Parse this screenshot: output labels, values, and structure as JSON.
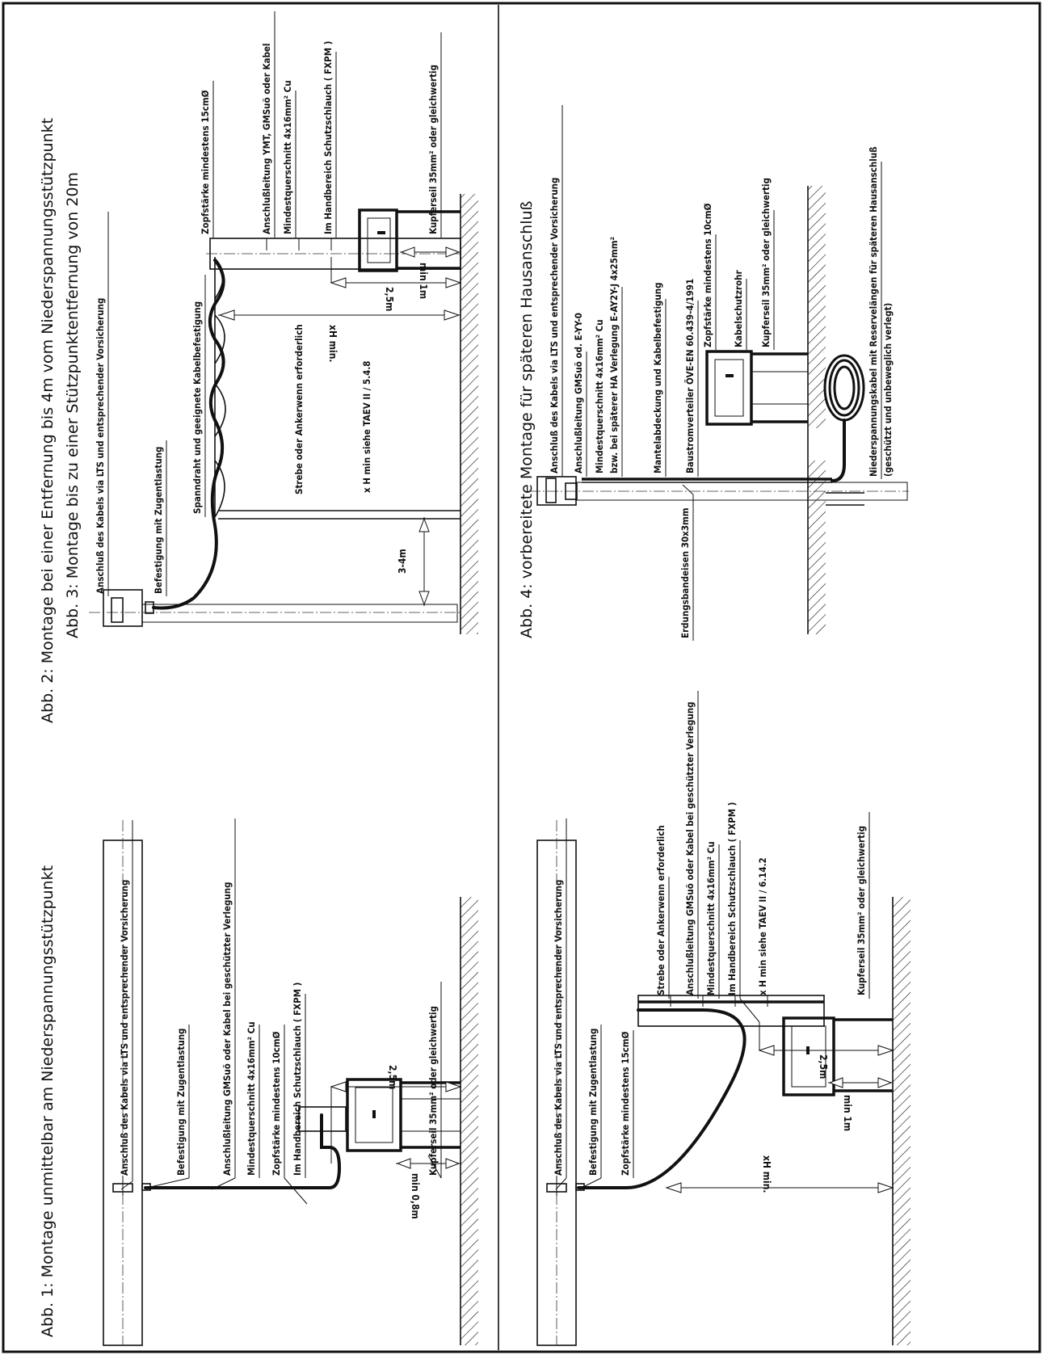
{
  "figures": {
    "abb1": {
      "title": "Abb. 1: Montage unmittelbar am Niederspannungsstützpunkt",
      "labels": [
        "Anschluß des Kabels via LTS und entsprechender Vorsicherung",
        "Befestigung mit Zugentlastung",
        "Anschlußleitung GMSuö oder Kabel bei geschützter Verlegung",
        "Mindestquerschnitt 4x16mm² Cu",
        "Zopfstärke mindestens 10cmØ",
        "Im Handbereich Schutzschlauch ( FXPM )",
        "Kupferseil  35mm² oder gleichwertig"
      ],
      "dims": [
        "2,5m",
        "min 0,8m"
      ]
    },
    "abb2": {
      "title": "Abb. 2: Montage bei einer Entfernung bis 4m vom Niederspannungsstützpunkt",
      "labels": [
        "Anschluß des Kabels via LTS und entsprechender Vorsicherung",
        "Befestigung mit Zugentlastung",
        "Zopfstärke mindestens 15cmØ",
        "Strebe oder Ankerwenn erforderlich",
        "Anschlußleitung GMSuö oder Kabel bei geschützter Verlegung",
        "Mindestquerschnitt 4x16mm² Cu",
        "Im Handbereich Schutzschlauch ( FXPM )",
        "x H min siehe TAEV II /  6.14.2",
        "Kupferseil  35mm² oder gleichwertig"
      ],
      "dims": [
        "xH min.",
        "2,5m",
        "min 1m"
      ]
    },
    "abb3": {
      "title": "Abb. 3: Montage bis zu einer Stützpunktentfernung von 20m",
      "labels": [
        "Anschluß des Kabels via LTS und entsprechender Vorsicherung",
        "Befestigung mit Zugentlastung",
        "Spanndraht und geeignete Kabelbefestigung",
        "Strebe oder Ankerwenn erforderlich",
        "x H min siehe TAEV  II / 5.4.8",
        "Zopfstärke mindestens 15cmØ",
        "Anschlußleitung YMT, GMSuö oder Kabel",
        "Mindestquerschnitt 4x16mm² Cu",
        "Im Handbereich Schutzschlauch ( FXPM )",
        "Kupferseil  35mm² oder gleichwertig"
      ],
      "dims": [
        "3-4m",
        "xH min.",
        "2,5m",
        "min 1m"
      ]
    },
    "abb4": {
      "title": "Abb. 4: vorbereitete Montage für späteren Hausanschluß",
      "labels": [
        "Anschluß des Kabels via LTS und entsprechender Vorsicherung",
        "Anschlußleitung GMSuö od. E-YY-0",
        "Mindestquerschnitt 4x16mm² Cu",
        "bzw. bei späterer HA Verlegung E-AY2Y-J 4x25mm²",
        "Mantelabdeckung und Kabelbefestigung",
        "Baustromverteiler ÖVE-EN 60.439-4/1991",
        "Zopfstärke mindestens 10cmØ",
        "Kabelschutzrohr",
        "Kupferseil  35mm² oder gleichwertig",
        "Niederspannungskabel mit Reservelängen für späteren Hausanschluß",
        "(geschützt und unbeweglich verlegt)",
        "Erdungsbandeisen 30x3mm"
      ]
    }
  }
}
